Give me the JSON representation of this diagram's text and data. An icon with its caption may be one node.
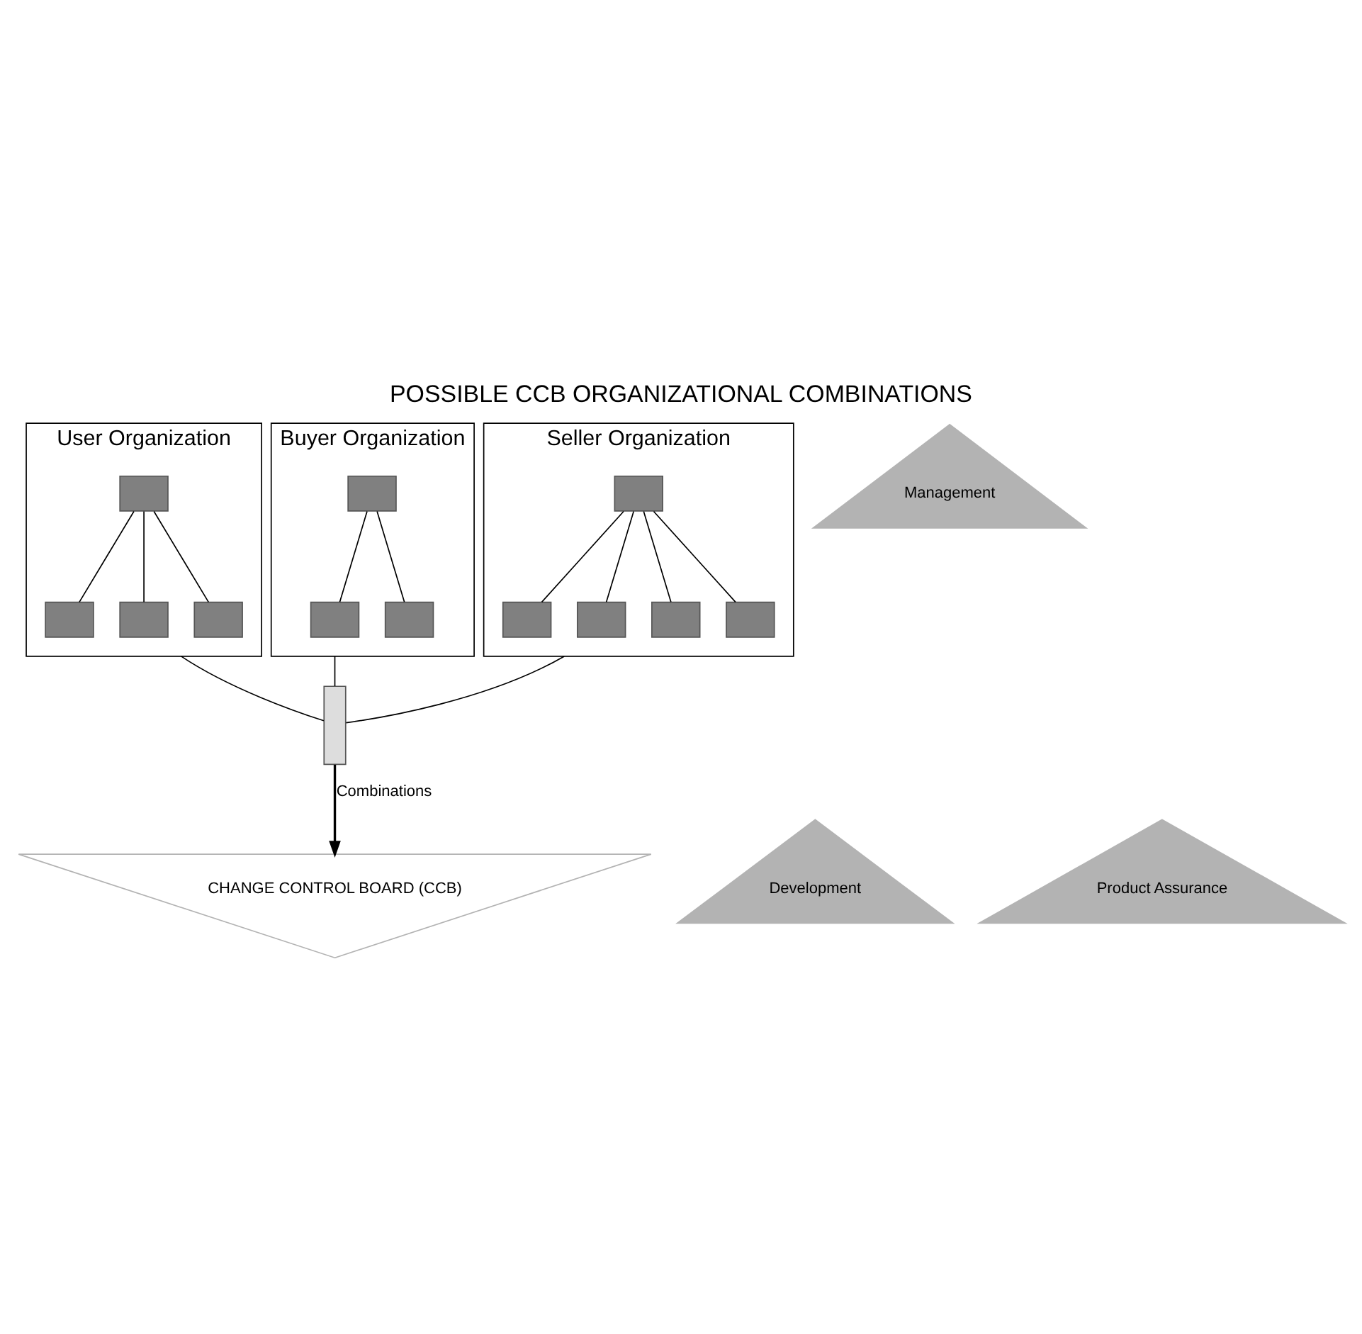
{
  "diagram": {
    "title": "POSSIBLE CCB ORGANIZATIONAL COMBINATIONS",
    "nodes": [
      {
        "text": [
          "User Organization"
        ]
      },
      {
        "text": [],
        "shape": "box",
        "in": 0
      },
      {
        "text": [],
        "shape": "box",
        "in": 0
      },
      {
        "text": [],
        "shape": "box",
        "in": 0
      },
      {
        "text": [],
        "shape": "box",
        "in": 0
      },
      {
        "text": [
          "Buyer Organization"
        ]
      },
      {
        "text": [],
        "shape": "box",
        "in": 5
      },
      {
        "text": [],
        "shape": "box",
        "in": 5
      },
      {
        "text": [],
        "shape": "box",
        "in": 5
      },
      {
        "text": [
          "Seller Organization"
        ]
      },
      {
        "text": [],
        "shape": "box",
        "in": 9
      },
      {
        "text": [],
        "shape": "box",
        "in": 9
      },
      {
        "text": [],
        "shape": "box",
        "in": 9
      },
      {
        "text": [],
        "shape": "box",
        "in": 9
      },
      {
        "text": [],
        "shape": "box",
        "in": 9
      },
      {
        "text": [],
        "shape": "bar"
      },
      {
        "text": [
          "Management"
        ]
      },
      {
        "text": [
          "CHANGE CONTROL BOARD (CCB)"
        ]
      },
      {
        "text": [
          "Development"
        ]
      },
      {
        "text": [
          "Product Assurance"
        ]
      }
    ],
    "edges": [
      {
        "from": 1,
        "to": 2,
        "arrow": "none"
      },
      {
        "from": 1,
        "to": 3,
        "arrow": "none"
      },
      {
        "from": 1,
        "to": 4,
        "arrow": "none"
      },
      {
        "from": 6,
        "to": 7,
        "arrow": "none"
      },
      {
        "from": 6,
        "to": 8,
        "arrow": "none"
      },
      {
        "from": 10,
        "to": 11,
        "arrow": "none"
      },
      {
        "from": 10,
        "to": 12,
        "arrow": "none"
      },
      {
        "from": 10,
        "to": 13,
        "arrow": "none"
      },
      {
        "from": 10,
        "to": 14,
        "arrow": "none"
      },
      {
        "from": 0,
        "to": 15,
        "arrow": "none"
      },
      {
        "from": 5,
        "to": 15,
        "arrow": "none"
      },
      {
        "from": 9,
        "to": 15,
        "arrow": "none"
      },
      {
        "from": 15,
        "to": 17,
        "label": "Combinations",
        "arrow": "to"
      }
    ]
  }
}
